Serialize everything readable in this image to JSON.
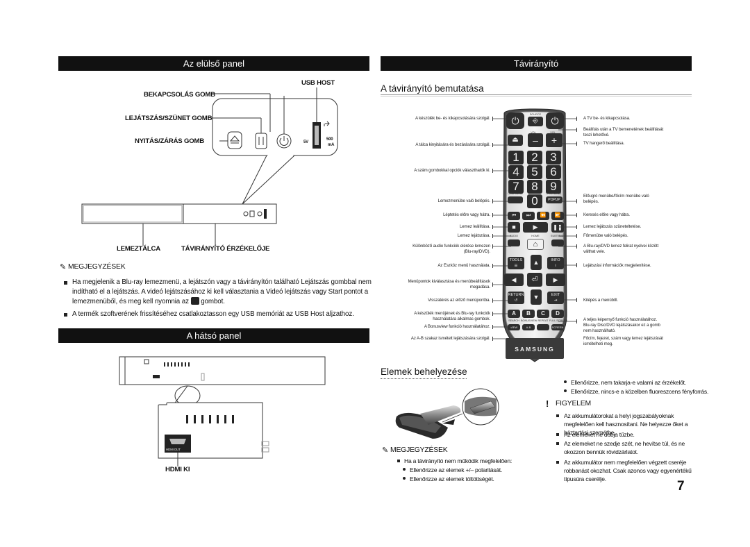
{
  "front_panel": {
    "title": "Az elülső panel",
    "labels": {
      "usb_host": "USB HOST",
      "power_button": "BEKAPCSOLÁS GOMB",
      "play_pause_button": "LEJÁTSZÁS/SZÜNET GOMB",
      "open_close_button": "NYITÁS/ZÁRÁS GOMB",
      "disc_tray": "LEMEZTÁLCA",
      "remote_sensor": "TÁVIRÁNYÍTÓ ÉRZÉKELŐJE",
      "usb_5v": "5V",
      "usb_500": "500",
      "usb_ma": "mA"
    },
    "notes_title": "MEGJEGYZÉSEK",
    "notes": [
      "Ha megjelenik a Blu-ray lemezmenü, a lejátszón vagy a távirányítón található Lejátszás gombbal nem indítható el a lejátszás. A videó lejátszásához ki kell választania a Videó lejátszás vagy Start pontot a lemezmenüből, és meg kell nyomnia az",
      "gombot.",
      "A termék szoftverének frissítéséhez csatlakoztasson egy USB memóriát az USB Host aljzathoz."
    ]
  },
  "rear_panel": {
    "title": "A hátsó panel",
    "hdmi_label": "HDMI KI",
    "hdmi_port_text": "HDMI OUT"
  },
  "remote": {
    "title": "Távirányító",
    "subtitle": "A távirányító bemutatása",
    "brand": "SAMSUNG",
    "buttons": {
      "source": "SOURCE",
      "vol": "VOL",
      "disc_menu": "DISC MENU",
      "title_menu": "TITLE MENU",
      "popup": "POPUP",
      "audio": "AUDIO",
      "home": "HOME",
      "subtitle": "SUBTITLE",
      "tools": "TOOLS",
      "info": "INFO",
      "return": "RETURN",
      "exit": "EXIT",
      "a": "A",
      "b": "B",
      "c": "C",
      "d": "D",
      "bonusview": "BONUSVIEW",
      "repeat": "REPEAT",
      "full": "FULL SCREEN",
      "search": "SEARCH",
      "ab": "A-B",
      "screen": "SCREEN",
      "view": "VIEW",
      "n1": "1",
      "n2": "2",
      "n3": "3",
      "n4": "4",
      "n5": "5",
      "n6": "6",
      "n7": "7",
      "n8": "8",
      "n9": "9",
      "n0": "0"
    },
    "left_labels": [
      "A készülék be- és kikapcsolására szolgál.",
      "A tálca kinyitására és bezárására szolgál.",
      "A szám gombokkal opciók választhatók ki.",
      "Lemezmenübe való belépés.",
      "Léptetés előre vagy hátra.",
      "Lemez leállítása.",
      "Lemez lejátszása.",
      "Különböző audio funkciók elérése lemezen",
      "(Blu-ray/DVD).",
      "Az Eszköz menü használata.",
      "Menüpontok kiválasztása és menübeállítások",
      "megadása.",
      "Visszatérés az előző menüpontba.",
      "A készülék menüjének és Blu-ray funkciók",
      "használatára alkalmas gombok.",
      "A Bonusview funkció használatához.",
      "Az A-B szakaz ismételt lejátszására szolgál."
    ],
    "right_labels": [
      "A TV be- és kikapcsolása.",
      "Beállítás után a TV bemenetének beállítását",
      "teszi lehetővé.",
      "TV hangerő beállítása.",
      "Előugró menübe/főcím menübe való",
      "belépés.",
      "Keresés előre vagy hátra.",
      "Lemez lejátszás szüneteltetése.",
      "Főmenübe való belépés.",
      "A Blu-ray/DVD lemez felirat nyelvei között",
      "válthat vele.",
      "Lejátszási információk megjelenítése.",
      "Kilépés a menüből.",
      "A teljes képernyő funkció használatához.",
      "Blu-ray Disc/DVD lejátszásakor ez a gomb",
      "nem használható.",
      "Főcím, fejezet, szám vagy lemez lejátszását",
      "ismételheti meg."
    ]
  },
  "batteries": {
    "title": "Elemek behelyezése",
    "checks": [
      "Ellenőrizze, nem takarja-e valami az érzékelőt.",
      "Ellenőrizze, nincs-e a közelben fluoreszcens fényforrás."
    ],
    "notes_title": "MEGJEGYZÉSEK",
    "notes_intro": "Ha a távirányító nem működik megfelelően:",
    "notes_items": [
      "Ellenőrizze az elemek +/– polaritását.",
      "Ellenőrizze az elemek töltöttségét."
    ],
    "warning_mark": "!",
    "warning_title": "FIGYELEM",
    "warnings": [
      "Az akkumulátorokat a helyi jogszabályoknak megfelelően kell hasznosítani. Ne helyezze őket a háztartási szemétbe.",
      "Az elemeket ne dobja tűzbe.",
      "Az elemeket ne szedje szét, ne hevítse túl, és ne okozzon bennük rövidzárlatot.",
      "Az akkumulátor nem megfelelően végzett cseréje robbanást okozhat. Csak azonos vagy egyenértékű típusúra cserélje."
    ]
  },
  "page_number": "7"
}
